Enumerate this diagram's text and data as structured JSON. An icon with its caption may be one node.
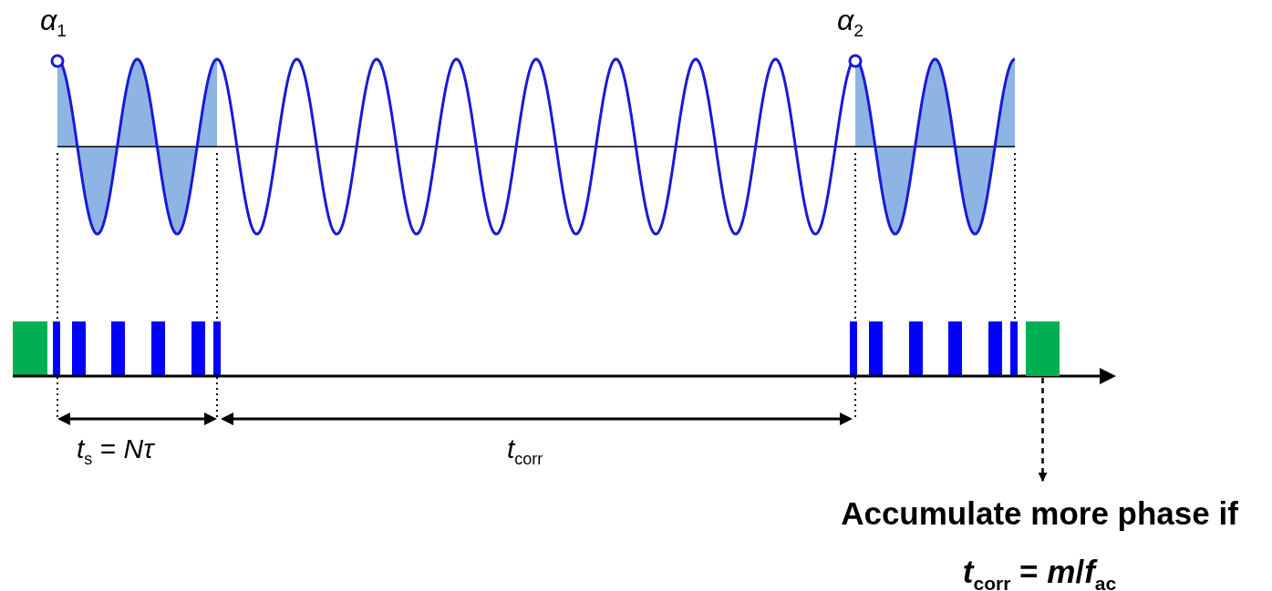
{
  "diagram": {
    "nodes": [
      {
        "text": [],
        "shape": "bar"
      },
      {
        "text": [
          "Accumulate more phase if *t*$_{corr}$ = *m*/*f*$_{ac}$"
        ]
      }
    ],
    "edges": [
      {
        "from": 0,
        "to": 1,
        "arrow": "to",
        "style": "dashed"
      }
    ],
    "labels": [
      "*α*$_{1}$",
      "*α*$_{2}$",
      "*t*$_{s}$ = *Nτ*",
      "*t*$_{corr}$"
    ]
  }
}
